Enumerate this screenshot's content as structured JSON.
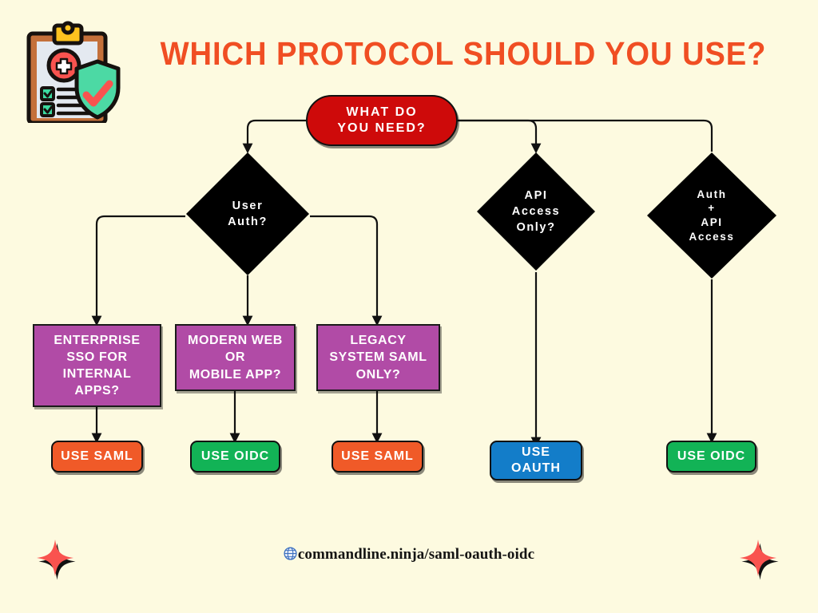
{
  "page": {
    "title": "WHICH PROTOCOL SHOULD YOU USE?",
    "background_color": "#FDFAE0",
    "title_color": "#F04E23"
  },
  "decorations": {
    "clipboard_icon_name": "clipboard-shield-check-icon",
    "star_left_name": "four-point-star-icon",
    "star_right_name": "four-point-star-icon",
    "star_color": "#F9534F"
  },
  "flowchart": {
    "type": "decision-tree",
    "root": {
      "id": "what-do-you-need",
      "label": "WHAT DO\nYOU NEED?",
      "line1": "WHAT DO",
      "line2": "YOU NEED?",
      "shape": "rounded-pill",
      "fill": "#CE0A0A",
      "text_color": "#FFFFFF"
    },
    "decisions": [
      {
        "id": "user-auth",
        "label": "User\nAuth?",
        "line1": "User",
        "line2": "Auth?",
        "shape": "diamond",
        "fill": "#000000",
        "text_color": "#FFFFFF"
      },
      {
        "id": "api-access-only",
        "label": "API\nAccess\nOnly?",
        "line1": "API",
        "line2": "Access",
        "line3": "Only?",
        "shape": "diamond",
        "fill": "#000000",
        "text_color": "#FFFFFF"
      },
      {
        "id": "auth-plus-api-access",
        "label": "Auth\n+\nAPI\nAccess",
        "line1": "Auth",
        "line2": "+",
        "line3": "API",
        "line4": "Access",
        "shape": "diamond",
        "fill": "#000000",
        "text_color": "#FFFFFF"
      }
    ],
    "questions": [
      {
        "id": "enterprise-sso",
        "line1": "ENTERPRISE",
        "line2": "SSO FOR",
        "line3": "INTERNAL",
        "line4": "APPS?",
        "shape": "rectangle",
        "fill": "#B14BA6",
        "text_color": "#FFFFFF"
      },
      {
        "id": "modern-web-or-mobile",
        "line1": "MODERN WEB",
        "line2": "OR",
        "line3": "MOBILE APP?",
        "shape": "rectangle",
        "fill": "#B14BA6",
        "text_color": "#FFFFFF"
      },
      {
        "id": "legacy-system-saml",
        "line1": "LEGACY",
        "line2": "SYSTEM SAML",
        "line3": "ONLY?",
        "shape": "rectangle",
        "fill": "#B14BA6",
        "text_color": "#FFFFFF"
      }
    ],
    "results": [
      {
        "id": "result-saml-1",
        "line1": "USE SAML",
        "line2": "",
        "fill": "#F05A28",
        "text_color": "#FFFFFF"
      },
      {
        "id": "result-oidc-1",
        "line1": "USE OIDC",
        "line2": "",
        "fill": "#12B356",
        "text_color": "#FFFFFF"
      },
      {
        "id": "result-saml-2",
        "line1": "USE SAML",
        "line2": "",
        "fill": "#F05A28",
        "text_color": "#FFFFFF"
      },
      {
        "id": "result-oauth",
        "line1": "USE",
        "line2": "OAUTH",
        "fill": "#137DC9",
        "text_color": "#FFFFFF"
      },
      {
        "id": "result-oidc-2",
        "line1": "USE OIDC",
        "line2": "",
        "fill": "#12B356",
        "text_color": "#FFFFFF"
      }
    ]
  },
  "footer": {
    "url": "commandline.ninja/saml-oauth-oidc",
    "globe_icon_name": "globe-icon"
  }
}
